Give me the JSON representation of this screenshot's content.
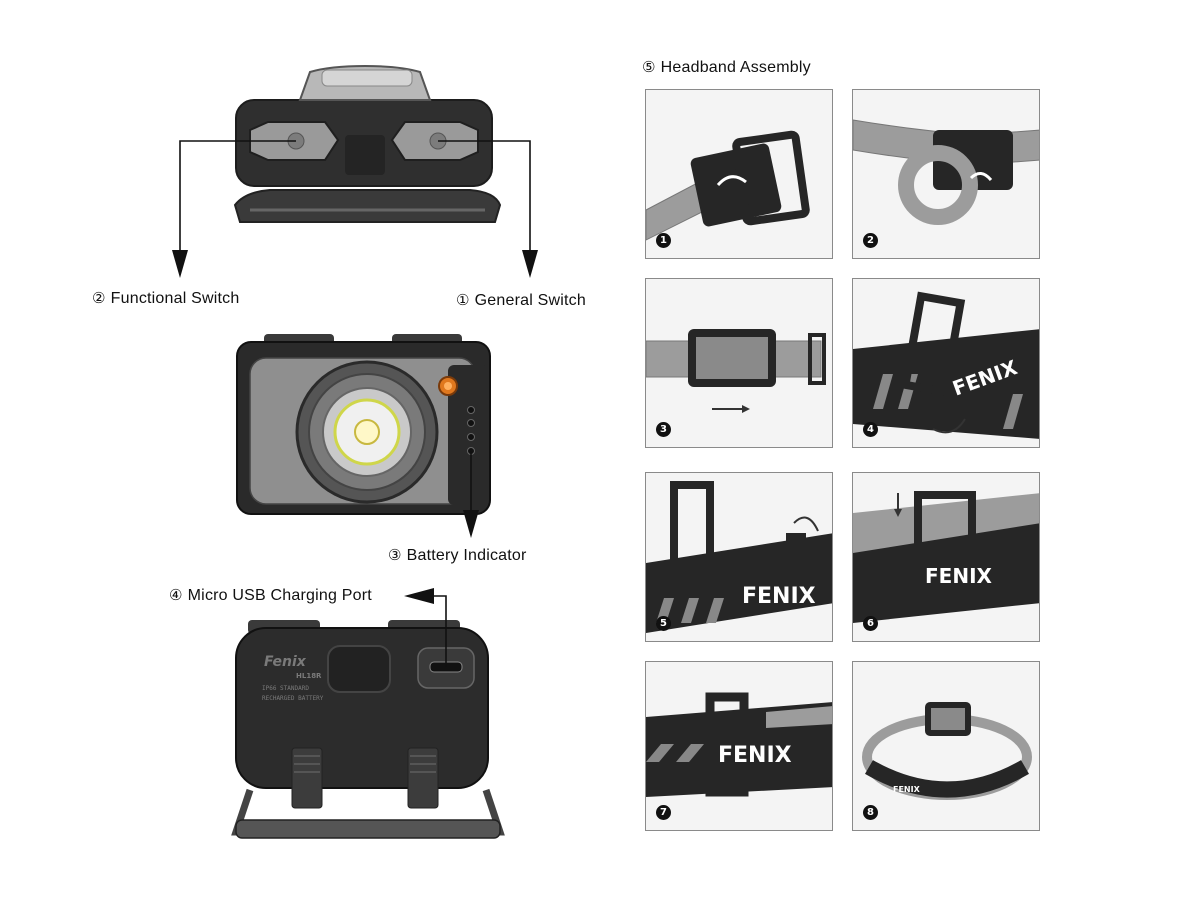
{
  "callouts": {
    "functional_switch": {
      "num": "②",
      "text": "Functional Switch"
    },
    "general_switch": {
      "num": "①",
      "text": "General Switch"
    },
    "battery_indicator": {
      "num": "③",
      "text": "Battery Indicator"
    },
    "usb_port": {
      "num": "④",
      "text": "Micro USB Charging Port"
    },
    "headband_assembly": {
      "num": "⑤",
      "text": "Headband Assembly"
    }
  },
  "headlamp": {
    "logo_text": "Fenix",
    "model_text": "HL18R",
    "back_print_line1": "IP66 STANDARD",
    "back_print_line2": "RECHARGED BATTERY"
  },
  "band_brand": "FENIX",
  "steps": [
    {
      "num": "1"
    },
    {
      "num": "2"
    },
    {
      "num": "3"
    },
    {
      "num": "4"
    },
    {
      "num": "5"
    },
    {
      "num": "6"
    },
    {
      "num": "7"
    },
    {
      "num": "8"
    }
  ],
  "colors": {
    "lamp_body": "#2e2e2e",
    "lamp_face": "#8f8f8f",
    "band_gray": "#9c9c9c",
    "band_black": "#262626",
    "orange_button": "#e0781e"
  }
}
